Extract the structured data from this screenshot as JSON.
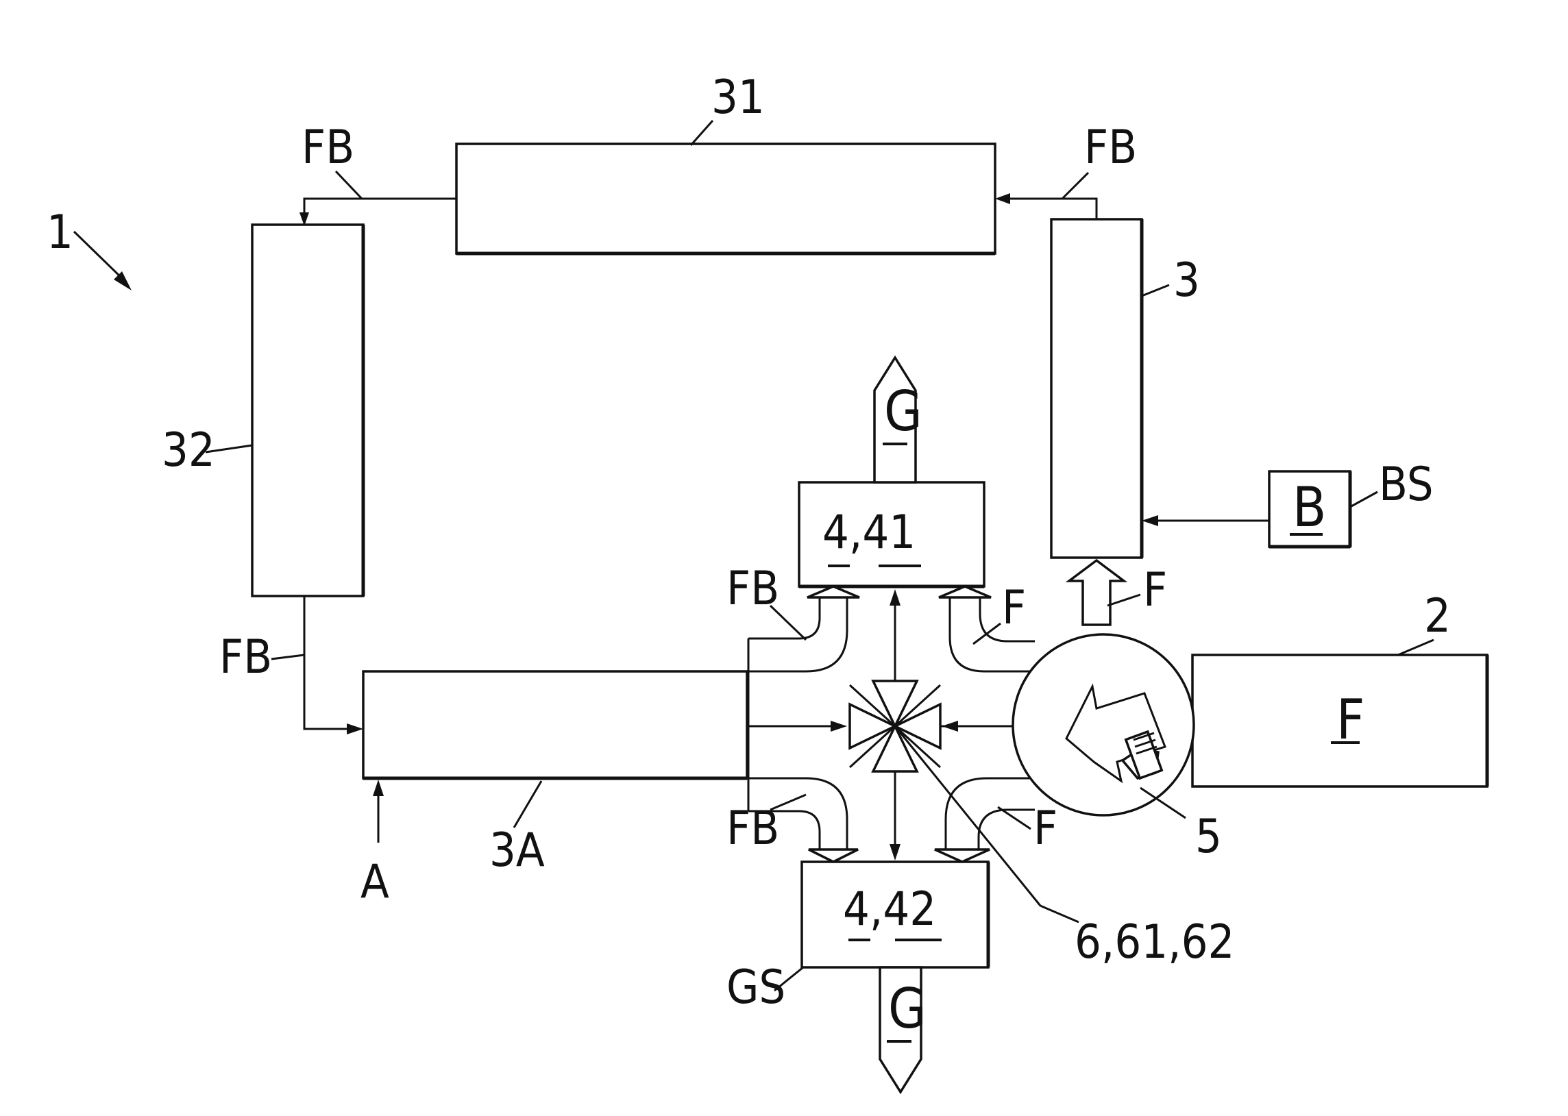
{
  "labels": {
    "system": "1",
    "tank31": "31",
    "tank3": "3",
    "tank32": "32",
    "tank3a": "3A",
    "tank2": "2",
    "tank2_content": "F",
    "pump": "5",
    "valve": "6,61,62",
    "sep41": "4,41",
    "sep42": "4,42",
    "bsource": "B",
    "bs": "BS",
    "gs": "GS",
    "feed_a": "A",
    "gas_top": "G",
    "gas_bottom": "G",
    "fb_top_left": "FB",
    "fb_top_right": "FB",
    "fb_left": "FB",
    "fb_upper": "FB",
    "fb_lower": "FB",
    "f_upper": "F",
    "f_lower": "F",
    "f_tank3": "F"
  }
}
